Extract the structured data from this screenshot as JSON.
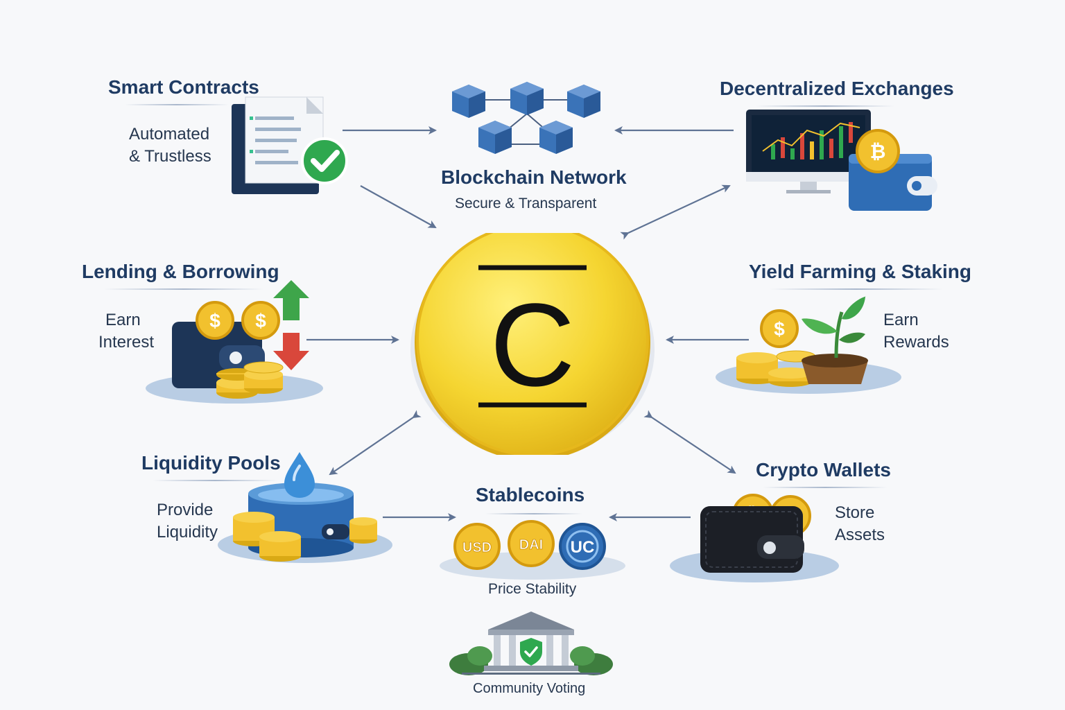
{
  "center": {
    "symbol": "C",
    "coin_color": "#f5d531"
  },
  "nodes": {
    "smart_contracts": {
      "title": "Smart Contracts",
      "lines": [
        "Automated",
        "& Trustless"
      ]
    },
    "blockchain": {
      "title": "Blockchain Network",
      "caption": "Secure & Transparent"
    },
    "dex": {
      "title": "Decentralized Exchanges"
    },
    "lending": {
      "title": "Lending & Borrowing",
      "lines": [
        "Earn",
        "Interest"
      ]
    },
    "yield": {
      "title": "Yield Farming & Staking",
      "lines": [
        "Earn",
        "Rewards"
      ]
    },
    "liquidity": {
      "title": "Liquidity Pools",
      "lines": [
        "Provide",
        "Liquidity"
      ]
    },
    "stablecoins": {
      "title": "Stablecoins",
      "caption": "Price Stability",
      "coins": [
        "USD",
        "DAI",
        "UC"
      ]
    },
    "wallets": {
      "title": "Crypto Wallets",
      "lines": [
        "Store",
        "Assets"
      ]
    },
    "governance": {
      "caption": "Community Voting"
    }
  },
  "icons": {
    "coin_dollar": "$",
    "coin_bitcoin": "₿"
  },
  "colors": {
    "navy": "#1f3b63",
    "arrow": "#5f7394",
    "gold": "#f2c12e",
    "blue": "#2f6db5",
    "green": "#2fa84f",
    "red": "#d9473b"
  }
}
